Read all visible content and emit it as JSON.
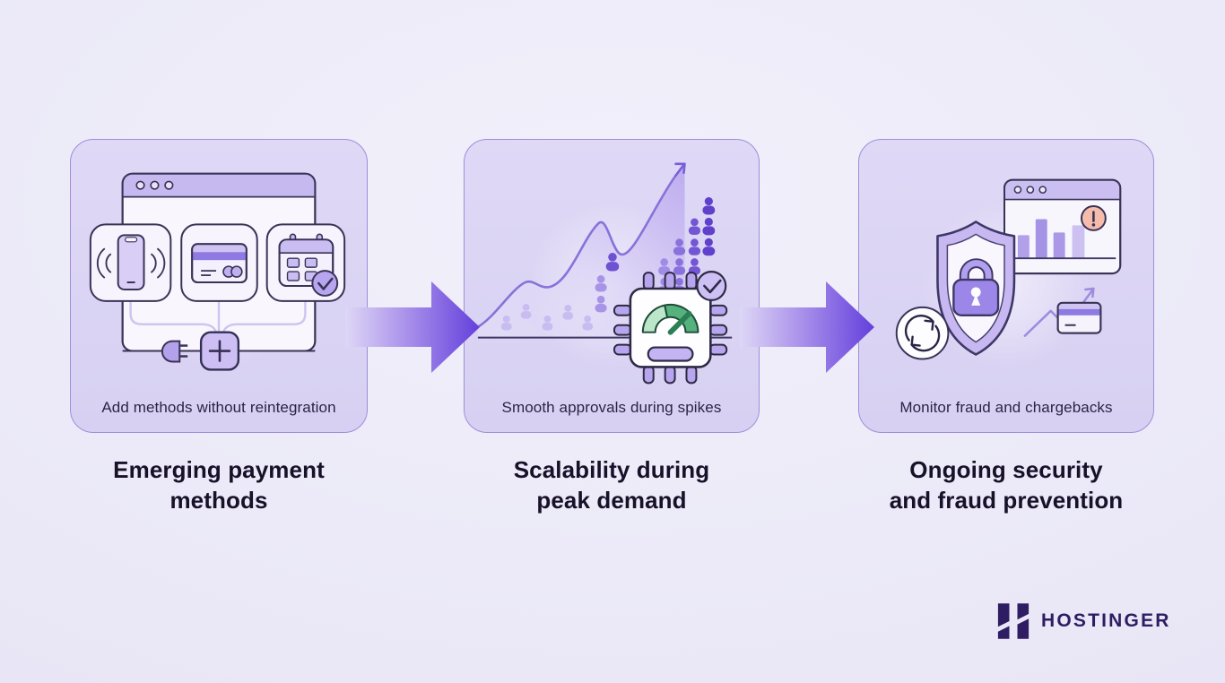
{
  "colors": {
    "background": "#eae8f7",
    "card_fill": "#dbd4f4",
    "card_border": "#9e8edb",
    "arrow_gradient_start": "#ded7f6",
    "arrow_gradient_end": "#6340dc",
    "heading_text": "#171129",
    "caption_text": "#2a2447",
    "brand": "#2e1d63",
    "gauge_green_light": "#bce6ca",
    "gauge_green": "#55b27d",
    "alert_fill": "#f5bcab"
  },
  "cards": [
    {
      "id": "emerging-payment-methods",
      "caption": "Add methods without reintegration",
      "heading": [
        "Emerging payment",
        "methods"
      ],
      "icons": [
        "browser-window-icon",
        "nfc-phone-icon",
        "credit-card-icon",
        "calendar-check-icon",
        "plug-icon",
        "plus-node-icon"
      ]
    },
    {
      "id": "scalability-peak-demand",
      "caption": "Smooth approvals during spikes",
      "heading": [
        "Scalability during",
        "peak demand"
      ],
      "icons": [
        "growth-curve-arrow-icon",
        "users-crowd-icons",
        "cpu-chip-icon",
        "speedometer-gauge-icon",
        "check-badge-icon"
      ]
    },
    {
      "id": "security-fraud-prevention",
      "caption": "Monitor fraud and chargebacks",
      "heading": [
        "Ongoing security",
        "and fraud prevention"
      ],
      "icons": [
        "shield-icon",
        "lock-icon",
        "sync-arrows-icon",
        "analytics-browser-icon",
        "alert-badge-icon",
        "credit-card-icon",
        "trend-arrow-icon"
      ]
    }
  ],
  "connectors": [
    {
      "name": "flow-arrow-1"
    },
    {
      "name": "flow-arrow-2"
    }
  ],
  "footer": {
    "brand_name": "HOSTINGER"
  }
}
